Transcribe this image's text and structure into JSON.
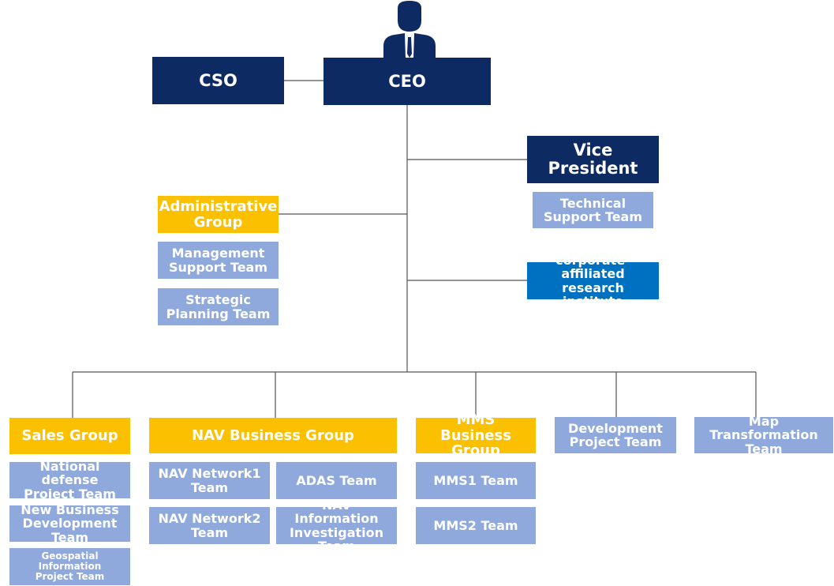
{
  "chart_data": {
    "type": "org-chart",
    "top": {
      "ceo": "CEO",
      "cso": "CSO",
      "vice_president": "Vice\nPresident",
      "technical_support": "Technical\nSupport Team",
      "research_institute": "corporate-affiliated\nresearch institute",
      "administrative_group": "Administrative\nGroup",
      "management_support": "Management\nSupport Team",
      "strategic_planning": "Strategic\nPlanning Team"
    },
    "groups": {
      "sales": {
        "title": "Sales Group",
        "teams": [
          "National defense\nProject Team",
          "New Business\nDevelopment Team",
          "Geospatial Information\nProject Team"
        ]
      },
      "nav": {
        "title": "NAV Business Group",
        "teams": [
          "NAV Network1\nTeam",
          "ADAS Team",
          "NAV Network2\nTeam",
          "NAV Information\nInvestigation Team"
        ]
      },
      "mms": {
        "title": "MMS\nBusiness Group",
        "teams": [
          "MMS1 Team",
          "MMS2 Team"
        ]
      },
      "development": "Development\nProject Team",
      "map_transformation": "Map Transformation\nTeam"
    }
  },
  "icons": {
    "ceo_icon": "businessman-icon"
  },
  "colors": {
    "navy": "#0e2a63",
    "gold": "#fbc000",
    "light": "#8fa9dc",
    "blue": "#0070c0",
    "line": "#555555"
  }
}
